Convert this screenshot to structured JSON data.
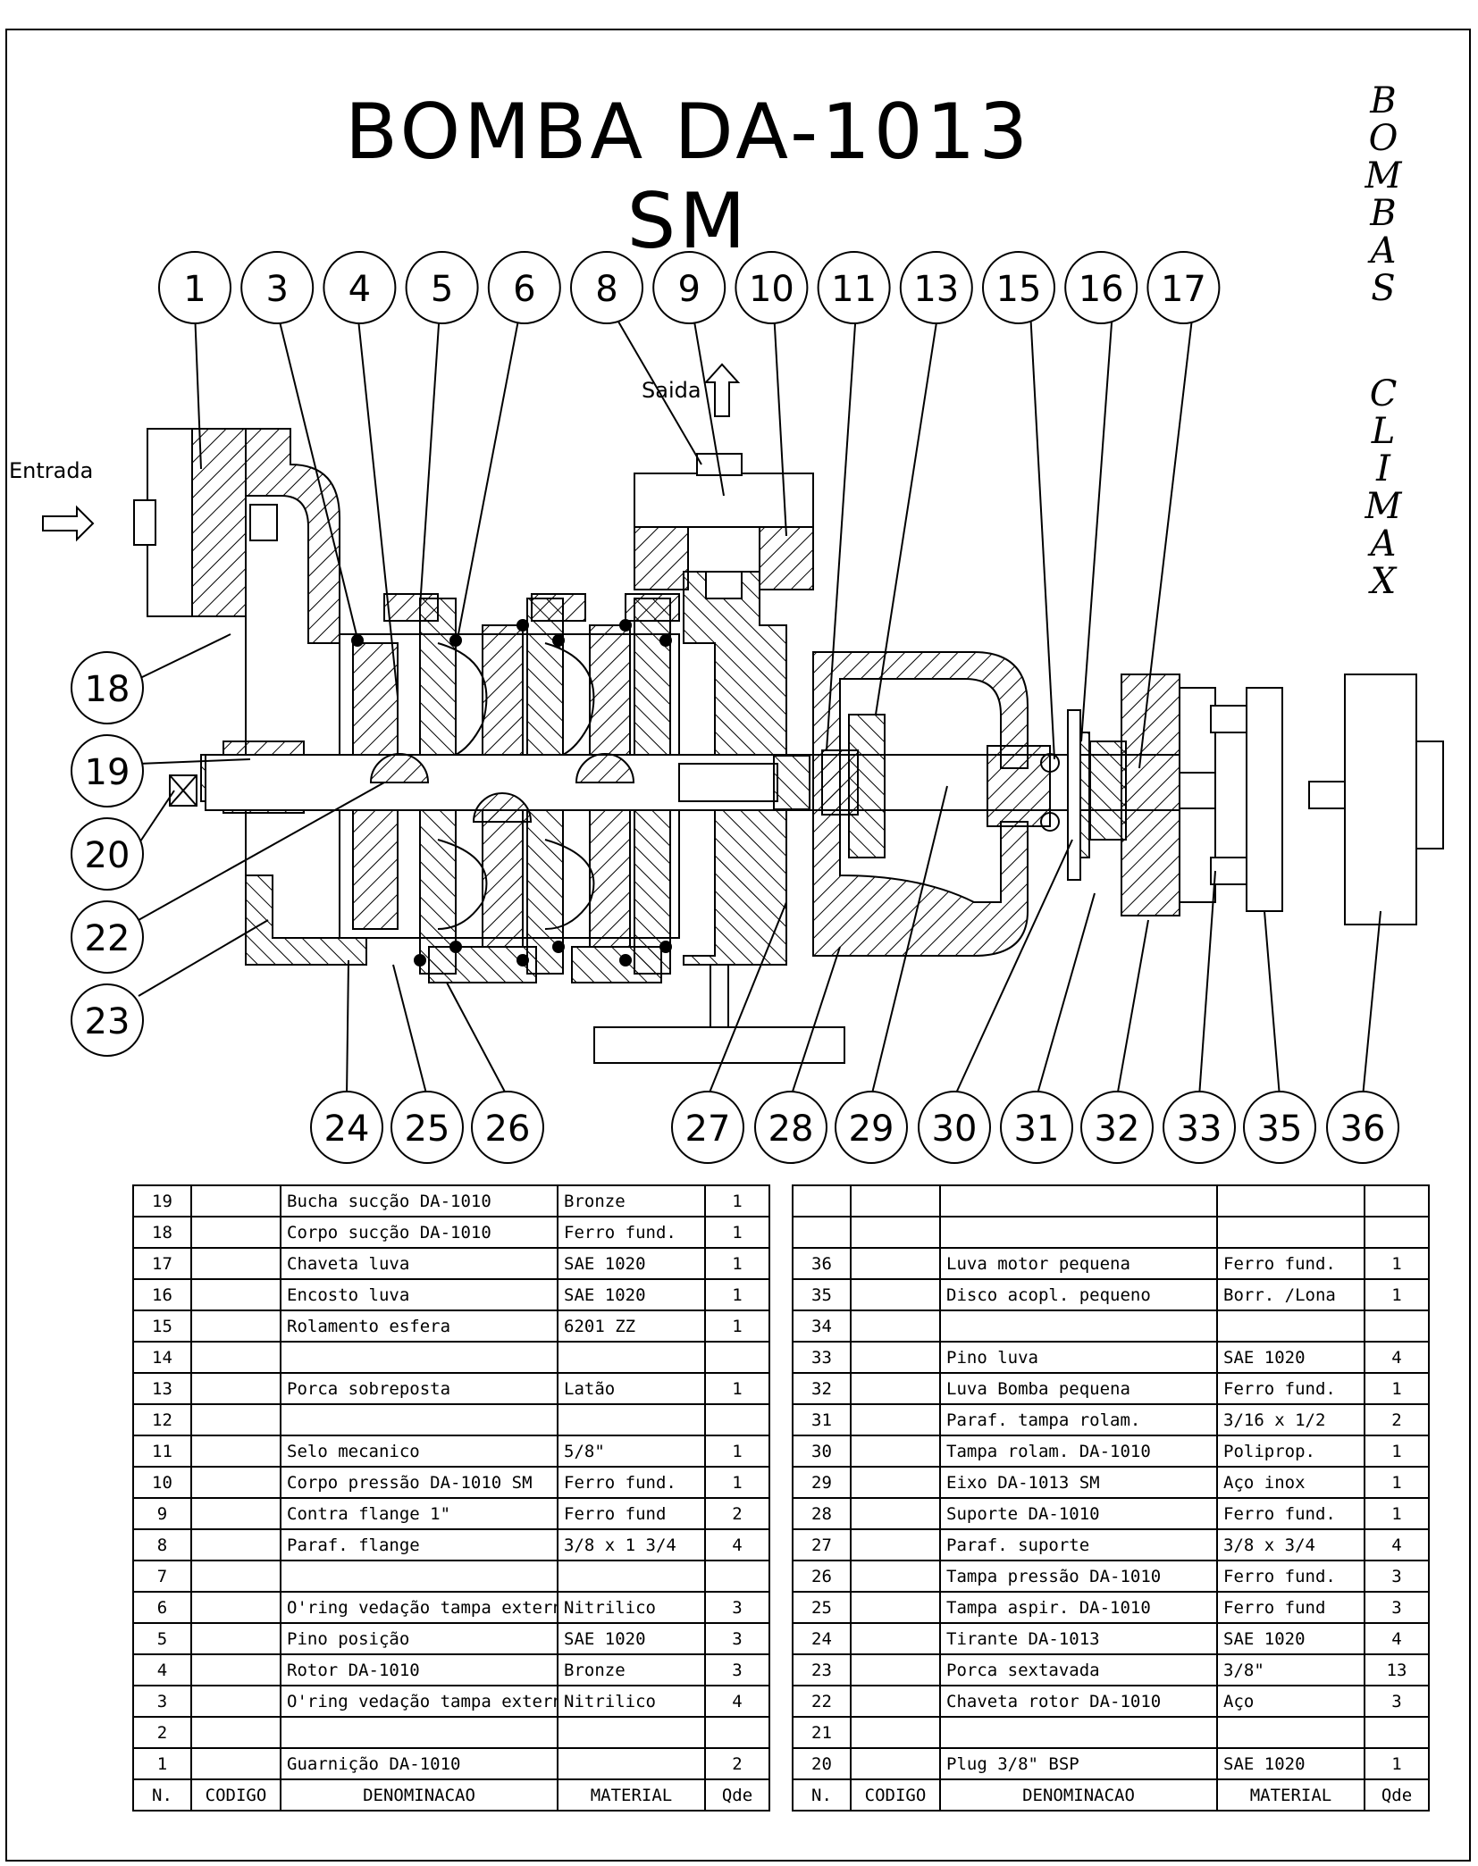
{
  "title": "BOMBA  DA-1013 SM",
  "brand_word_1": [
    "B",
    "O",
    "M",
    "B",
    "A",
    "S"
  ],
  "brand_word_2": [
    "C",
    "L",
    "I",
    "M",
    "A",
    "X"
  ],
  "labels": {
    "inlet": "Entrada",
    "outlet": "Saida"
  },
  "callouts_top": [
    "1",
    "3",
    "4",
    "5",
    "6",
    "8",
    "9",
    "10",
    "11",
    "13",
    "15",
    "16",
    "17"
  ],
  "callouts_left": [
    "18",
    "19",
    "20",
    "22",
    "23"
  ],
  "callouts_bottom": [
    "24",
    "25",
    "26",
    "27",
    "28",
    "29",
    "30",
    "31",
    "32",
    "33",
    "35",
    "36"
  ],
  "table_header": {
    "n": "N.",
    "codigo": "CODIGO",
    "denominacao": "DENOMINACAO",
    "material": "MATERIAL",
    "qde": "Qde"
  },
  "table_left": [
    {
      "n": "19",
      "desc": "Bucha sucção DA-1010",
      "mat": "Bronze",
      "qty": "1"
    },
    {
      "n": "18",
      "desc": "Corpo sucção DA-1010",
      "mat": "Ferro fund.",
      "qty": "1"
    },
    {
      "n": "17",
      "desc": "Chaveta luva",
      "mat": "SAE 1020",
      "qty": "1"
    },
    {
      "n": "16",
      "desc": "Encosto luva",
      "mat": "SAE 1020",
      "qty": "1"
    },
    {
      "n": "15",
      "desc": "Rolamento esfera",
      "mat": "6201 ZZ",
      "qty": "1"
    },
    {
      "n": "14",
      "desc": "",
      "mat": "",
      "qty": ""
    },
    {
      "n": "13",
      "desc": "Porca sobreposta",
      "mat": "Latão",
      "qty": "1"
    },
    {
      "n": "12",
      "desc": "",
      "mat": "",
      "qty": ""
    },
    {
      "n": "11",
      "desc": "Selo mecanico",
      "mat": "5/8\"",
      "qty": "1"
    },
    {
      "n": "10",
      "desc": "Corpo pressão DA-1010 SM",
      "mat": "Ferro fund.",
      "qty": "1"
    },
    {
      "n": "9",
      "desc": "Contra flange 1\"",
      "mat": "Ferro fund",
      "qty": "2"
    },
    {
      "n": "8",
      "desc": "Paraf. flange",
      "mat": "3/8 x 1 3/4",
      "qty": "4"
    },
    {
      "n": "7",
      "desc": "",
      "mat": "",
      "qty": ""
    },
    {
      "n": "6",
      "desc": "O'ring vedação tampa externo",
      "mat": "Nitrilico",
      "qty": "3"
    },
    {
      "n": "5",
      "desc": "Pino posição",
      "mat": "SAE 1020",
      "qty": "3"
    },
    {
      "n": "4",
      "desc": "Rotor DA-1010",
      "mat": "Bronze",
      "qty": "3"
    },
    {
      "n": "3",
      "desc": "O'ring vedação tampa externo",
      "mat": "Nitrilico",
      "qty": "4"
    },
    {
      "n": "2",
      "desc": "",
      "mat": "",
      "qty": ""
    },
    {
      "n": "1",
      "desc": "Guarnição DA-1010",
      "mat": "",
      "qty": "2"
    }
  ],
  "table_right": [
    {
      "n": "",
      "desc": "",
      "mat": "",
      "qty": ""
    },
    {
      "n": "",
      "desc": "",
      "mat": "",
      "qty": ""
    },
    {
      "n": "36",
      "desc": "Luva motor pequena",
      "mat": "Ferro fund.",
      "qty": "1"
    },
    {
      "n": "35",
      "desc": "Disco acopl. pequeno",
      "mat": "Borr. /Lona",
      "qty": "1"
    },
    {
      "n": "34",
      "desc": "",
      "mat": "",
      "qty": ""
    },
    {
      "n": "33",
      "desc": "Pino luva",
      "mat": "SAE 1020",
      "qty": "4"
    },
    {
      "n": "32",
      "desc": "Luva Bomba pequena",
      "mat": "Ferro fund.",
      "qty": "1"
    },
    {
      "n": "31",
      "desc": "Paraf. tampa rolam.",
      "mat": "3/16 x 1/2",
      "qty": "2"
    },
    {
      "n": "30",
      "desc": "Tampa rolam. DA-1010",
      "mat": "Poliprop.",
      "qty": "1"
    },
    {
      "n": "29",
      "desc": "Eixo DA-1013 SM",
      "mat": "Aço inox",
      "qty": "1"
    },
    {
      "n": "28",
      "desc": "Suporte DA-1010",
      "mat": "Ferro fund.",
      "qty": "1"
    },
    {
      "n": "27",
      "desc": "Paraf. suporte",
      "mat": "3/8 x 3/4",
      "qty": "4"
    },
    {
      "n": "26",
      "desc": "Tampa pressão DA-1010",
      "mat": "Ferro fund.",
      "qty": "3"
    },
    {
      "n": "25",
      "desc": "Tampa aspir. DA-1010",
      "mat": "Ferro fund",
      "qty": "3"
    },
    {
      "n": "24",
      "desc": "Tirante DA-1013",
      "mat": "SAE 1020",
      "qty": "4"
    },
    {
      "n": "23",
      "desc": "Porca sextavada",
      "mat": "3/8\"",
      "qty": "13"
    },
    {
      "n": "22",
      "desc": "Chaveta rotor DA-1010",
      "mat": "Aço",
      "qty": "3"
    },
    {
      "n": "21",
      "desc": "",
      "mat": "",
      "qty": ""
    },
    {
      "n": "20",
      "desc": "Plug 3/8\" BSP",
      "mat": "SAE 1020",
      "qty": "1"
    }
  ]
}
